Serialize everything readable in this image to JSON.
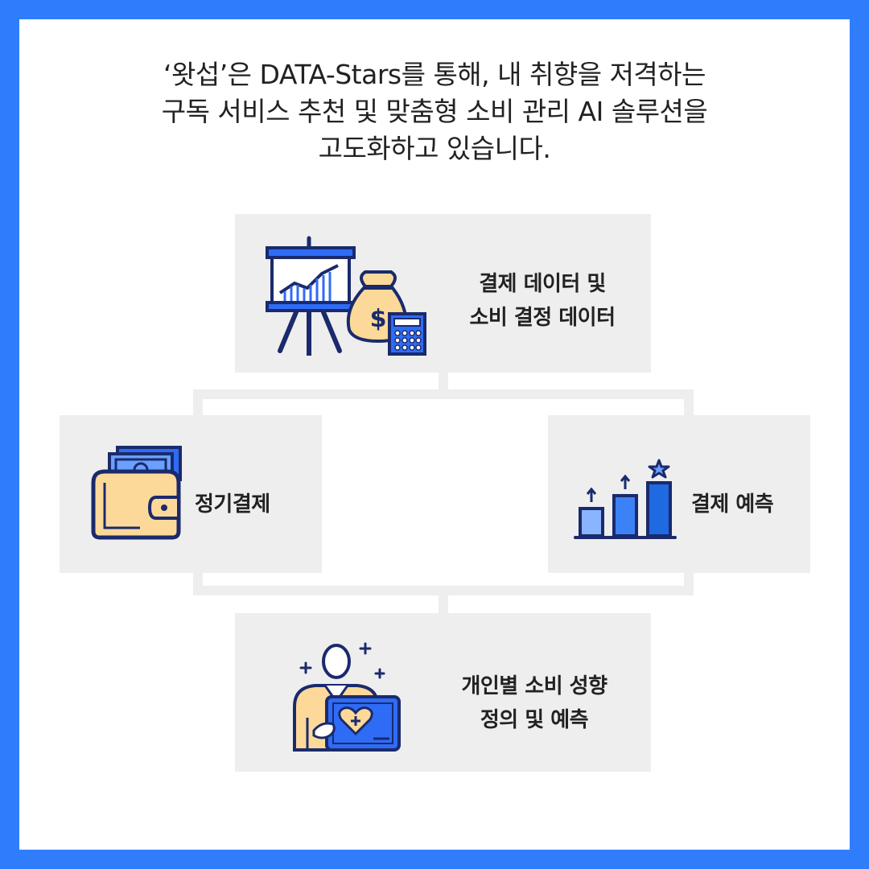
{
  "headline": {
    "line1": "‘왓섭’은 DATA-Stars를 통해, 내 취향을 저격하는",
    "line2": "구독 서비스 추천 및 맞춤형 소비 관리 AI 솔루션을",
    "line3": "고도화하고 있습니다."
  },
  "nodes": {
    "top": {
      "line1": "결제 데이터 및",
      "line2": "소비 결정 데이터",
      "icon": "presentation-chart-moneybag-calculator-icon"
    },
    "left": {
      "label": "정기결제",
      "icon": "wallet-cash-icon"
    },
    "right": {
      "label": "결제 예측",
      "icon": "bar-growth-star-icon"
    },
    "bottom": {
      "line1": "개인별 소비 성향",
      "line2": "정의 및 예측",
      "icon": "person-heart-card-icon"
    }
  },
  "colors": {
    "border": "#2f7dfb",
    "box": "#eeeeee",
    "icon_blue": "#2f6cf6",
    "icon_dark": "#1a2a6c",
    "icon_skin": "#fcd999"
  }
}
